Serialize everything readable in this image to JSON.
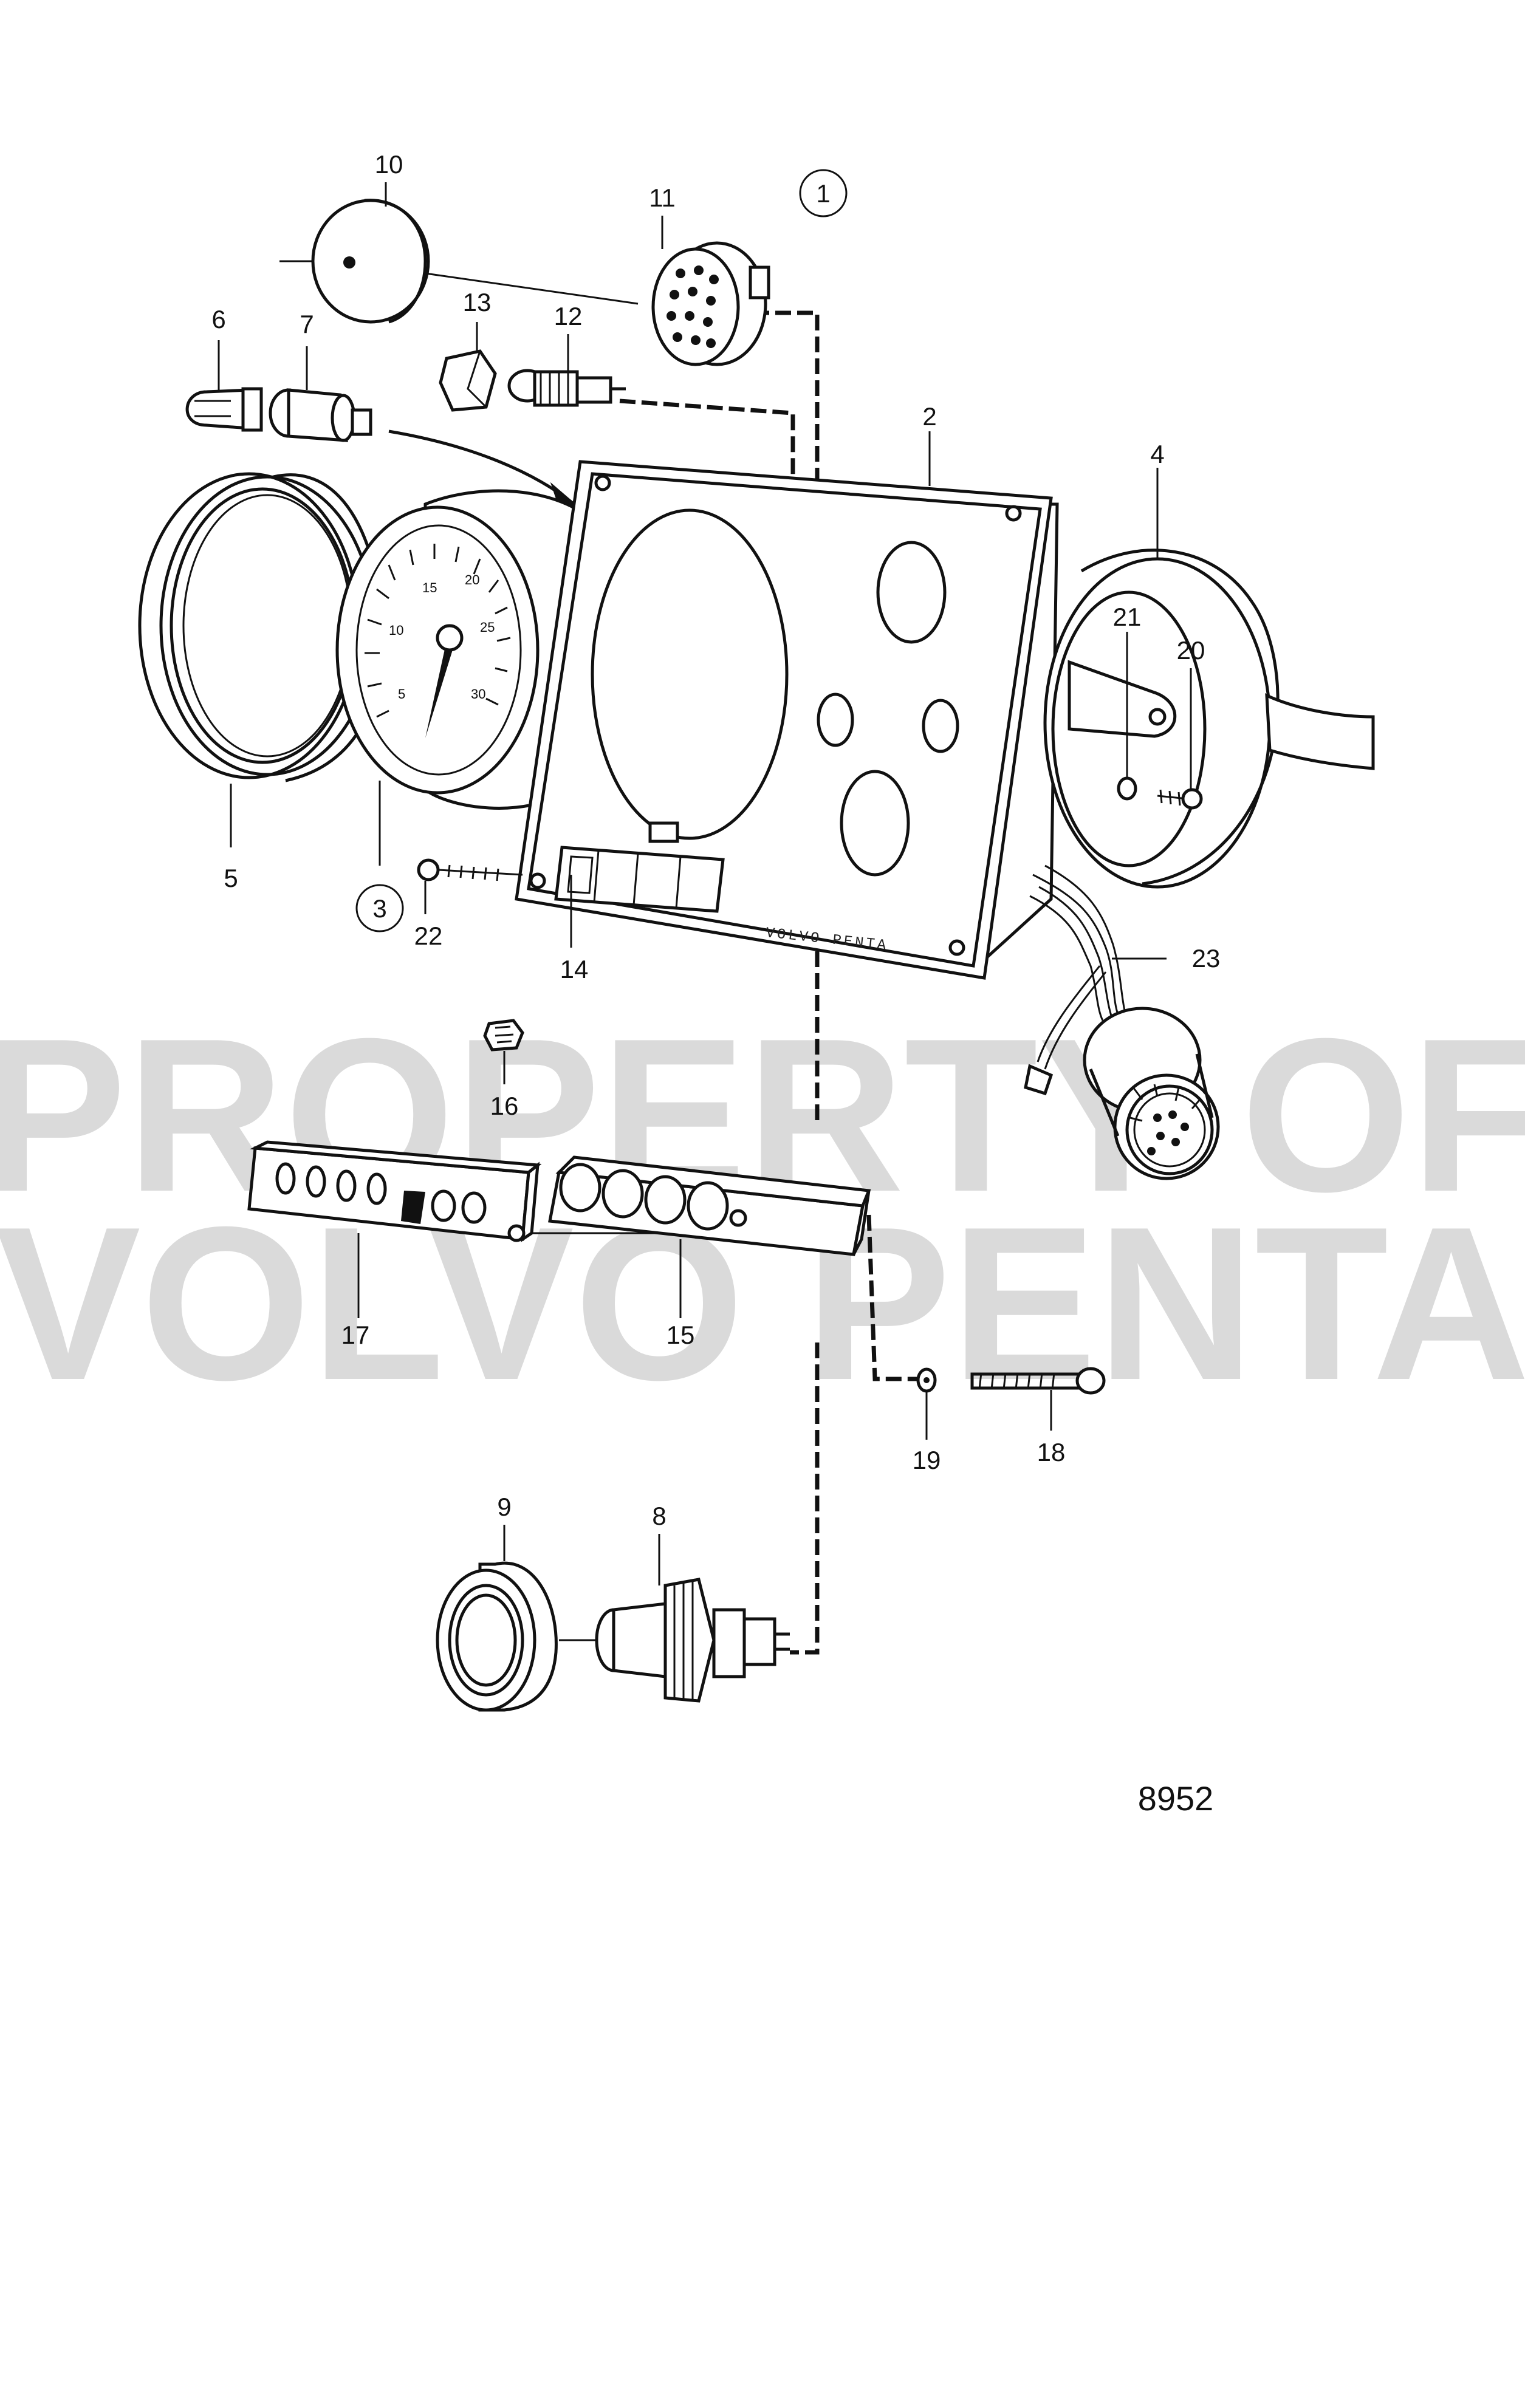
{
  "diagram": {
    "watermark": {
      "line1": "PROPERTY OF",
      "line2": "VOLVO PENTA"
    },
    "drawing_number": "8952",
    "panel_brand": "VOLVO PENTA",
    "gauge_scale": [
      "5",
      "10",
      "15",
      "20",
      "25",
      "30"
    ],
    "parts": [
      {
        "id": "1",
        "label": "1",
        "circled": true
      },
      {
        "id": "2",
        "label": "2",
        "circled": false
      },
      {
        "id": "3",
        "label": "3",
        "circled": true
      },
      {
        "id": "4",
        "label": "4",
        "circled": false
      },
      {
        "id": "5",
        "label": "5",
        "circled": false
      },
      {
        "id": "6",
        "label": "6",
        "circled": false
      },
      {
        "id": "7",
        "label": "7",
        "circled": false
      },
      {
        "id": "8",
        "label": "8",
        "circled": false
      },
      {
        "id": "9",
        "label": "9",
        "circled": false
      },
      {
        "id": "10",
        "label": "10",
        "circled": false
      },
      {
        "id": "11",
        "label": "11",
        "circled": false
      },
      {
        "id": "12",
        "label": "12",
        "circled": false
      },
      {
        "id": "13",
        "label": "13",
        "circled": false
      },
      {
        "id": "14",
        "label": "14",
        "circled": false
      },
      {
        "id": "15",
        "label": "15",
        "circled": false
      },
      {
        "id": "16",
        "label": "16",
        "circled": false
      },
      {
        "id": "17",
        "label": "17",
        "circled": false
      },
      {
        "id": "18",
        "label": "18",
        "circled": false
      },
      {
        "id": "19",
        "label": "19",
        "circled": false
      },
      {
        "id": "20",
        "label": "20",
        "circled": false
      },
      {
        "id": "21",
        "label": "21",
        "circled": false
      },
      {
        "id": "22",
        "label": "22",
        "circled": false
      },
      {
        "id": "23",
        "label": "23",
        "circled": false
      }
    ]
  }
}
